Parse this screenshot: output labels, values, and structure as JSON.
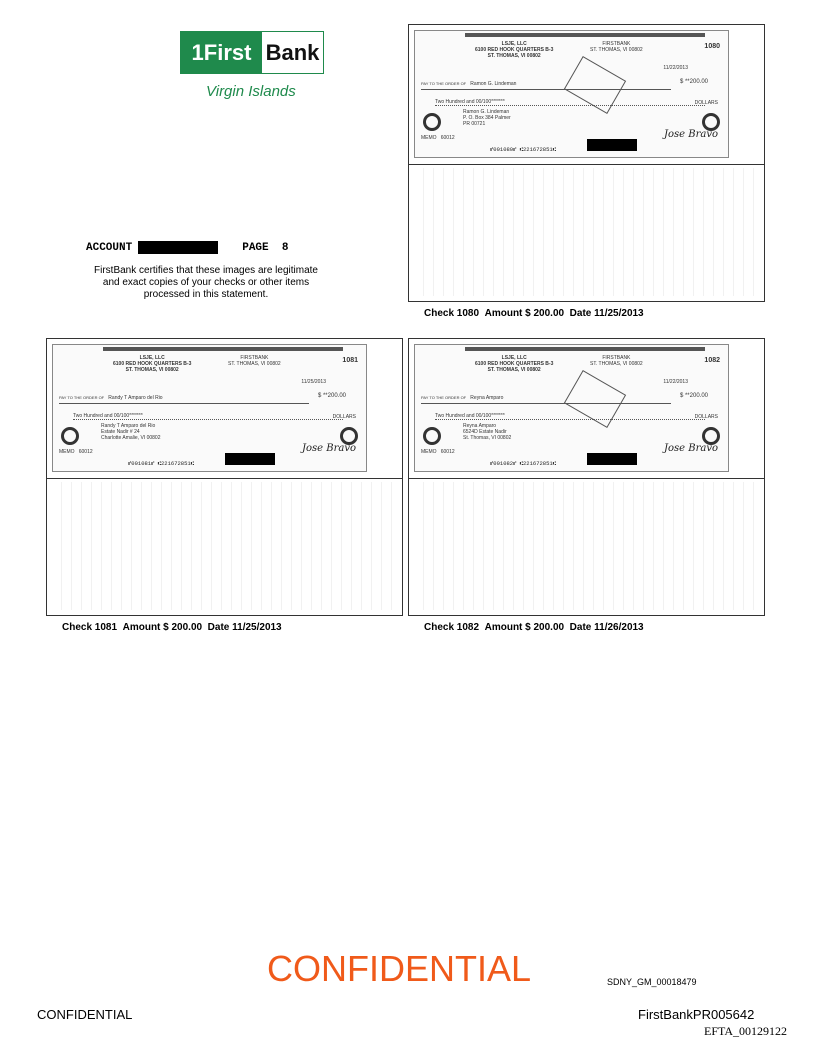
{
  "header": {
    "logo_number": "1",
    "logo_first": "First",
    "logo_bank": "Bank",
    "logo_region": "Virgin Islands",
    "account_label": "ACCOUNT",
    "page_label": "PAGE",
    "page_number": "8",
    "certification": "FirstBank certifies that these images are legitimate and exact copies of your checks or other items processed in this statement."
  },
  "checks": [
    {
      "number": "1080",
      "amount": "200.00",
      "date": "11/25/2013",
      "caption_check": "Check",
      "caption_amount": "Amount $",
      "caption_date": "Date",
      "company": "LSJE, LLC",
      "company_addr1": "6100 RED HOOK QUARTERS B-3",
      "company_addr2": "ST. THOMAS, VI 00802",
      "bank": "FIRSTBANK",
      "bank_addr": "ST. THOMAS, VI 00802",
      "check_date": "11/22/2013",
      "payee": "Ramon G. Lindeman",
      "amount_box": "**200.00",
      "written": "Two Hundred and 00/100*******",
      "dollars": "DOLLARS",
      "addr": [
        "Ramon G. Lindeman",
        "P. O. Box 384 Palmer",
        "PR 00721"
      ],
      "memo_label": "MEMO",
      "memo": "60012",
      "micr": "⑈001080⑈ ⑆221672851⑆",
      "signature": "Jose Bravo",
      "pay_label": "PAY TO THE ORDER OF"
    },
    {
      "number": "1081",
      "amount": "200.00",
      "date": "11/25/2013",
      "caption_check": "Check",
      "caption_amount": "Amount $",
      "caption_date": "Date",
      "company": "LSJE, LLC",
      "company_addr1": "6100 RED HOOK QUARTERS B-3",
      "company_addr2": "ST. THOMAS, VI 00802",
      "bank": "FIRSTBANK",
      "bank_addr": "ST. THOMAS, VI 00802",
      "check_date": "11/25/2013",
      "payee": "Randy T Amparo del Rio",
      "amount_box": "**200.00",
      "written": "Two Hundred and 00/100*******",
      "dollars": "DOLLARS",
      "addr": [
        "Randy T Amparo del Rio",
        "Estate Nadir # 24",
        "Charlotte Amalie, VI 00802"
      ],
      "memo_label": "MEMO",
      "memo": "60012",
      "micr": "⑈001081⑈ ⑆221672851⑆",
      "signature": "Jose Bravo",
      "pay_label": "PAY TO THE ORDER OF"
    },
    {
      "number": "1082",
      "amount": "200.00",
      "date": "11/26/2013",
      "caption_check": "Check",
      "caption_amount": "Amount $",
      "caption_date": "Date",
      "company": "LSJE, LLC",
      "company_addr1": "6100 RED HOOK QUARTERS B-3",
      "company_addr2": "ST. THOMAS, VI 00802",
      "bank": "FIRSTBANK",
      "bank_addr": "ST. THOMAS, VI 00802",
      "check_date": "11/22/2013",
      "payee": "Reyna Amparo",
      "amount_box": "**200.00",
      "written": "Two Hundred and 00/100*******",
      "dollars": "DOLLARS",
      "addr": [
        "Reyna Amparo",
        "6524D Estate Nadir",
        "St. Thomas, VI 00802"
      ],
      "memo_label": "MEMO",
      "memo": "60012",
      "micr": "⑈001082⑈ ⑆221672851⑆",
      "signature": "Jose Bravo",
      "pay_label": "PAY TO THE ORDER OF"
    }
  ],
  "footer": {
    "confidential_big": "CONFIDENTIAL",
    "bates": "SDNY_GM_00018479",
    "confidential_left": "CONFIDENTIAL",
    "bank_id": "FirstBankPR005642",
    "efta": "EFTA_00129122"
  }
}
